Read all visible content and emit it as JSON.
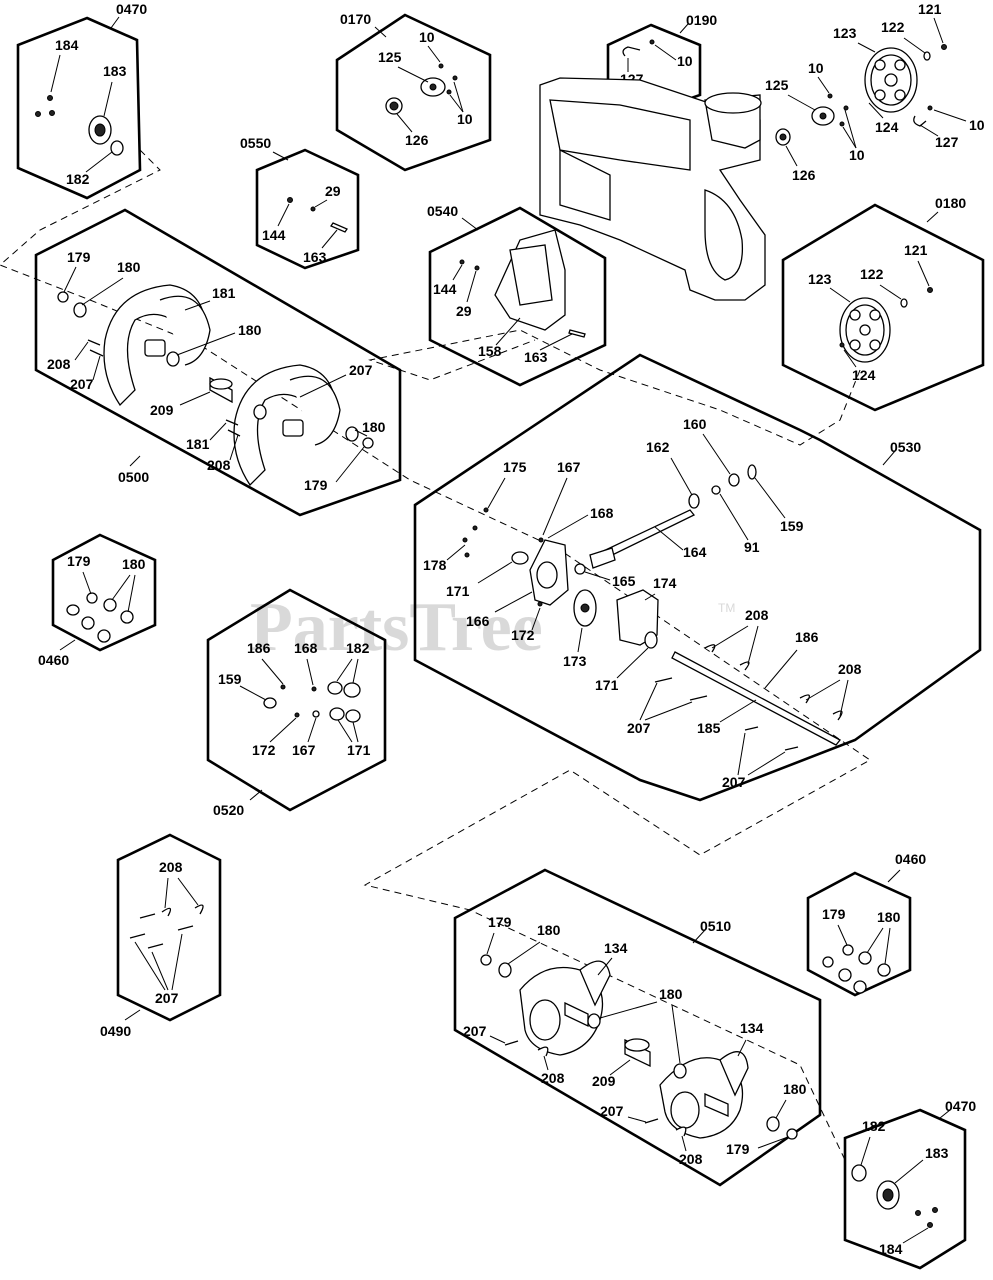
{
  "watermark": {
    "text": "PartsTree",
    "tm": "TM"
  },
  "groups": [
    {
      "code": "0470",
      "parts": [
        "184",
        "183",
        "182"
      ]
    },
    {
      "code": "0170",
      "parts": [
        "10",
        "125",
        "10",
        "126"
      ]
    },
    {
      "code": "0190",
      "parts": [
        "10",
        "127"
      ]
    },
    {
      "code": "0550",
      "parts": [
        "29",
        "144",
        "163"
      ]
    },
    {
      "code": "0540",
      "parts": [
        "144",
        "29",
        "158",
        "163"
      ]
    },
    {
      "code": "0180",
      "parts": [
        "121",
        "123",
        "122",
        "124"
      ]
    },
    {
      "code": "0500",
      "parts": [
        "179",
        "180",
        "181",
        "180",
        "208",
        "207",
        "209",
        "181",
        "208",
        "207",
        "180",
        "179"
      ]
    },
    {
      "code": "0530",
      "parts": [
        "175",
        "167",
        "168",
        "178",
        "171",
        "166",
        "172",
        "173",
        "165",
        "174",
        "162",
        "160",
        "164",
        "91",
        "159",
        "171",
        "208",
        "186",
        "208",
        "207",
        "185",
        "207"
      ]
    },
    {
      "code": "0460",
      "parts": [
        "179",
        "180"
      ]
    },
    {
      "code": "0520",
      "parts": [
        "186",
        "168",
        "182",
        "159",
        "172",
        "167",
        "171"
      ]
    },
    {
      "code": "0490",
      "parts": [
        "208",
        "207"
      ]
    },
    {
      "code": "0510",
      "parts": [
        "179",
        "180",
        "134",
        "180",
        "207",
        "208",
        "209",
        "134",
        "207",
        "180",
        "179",
        "208"
      ]
    },
    {
      "code": "0460",
      "parts": [
        "179",
        "180"
      ]
    },
    {
      "code": "0470",
      "parts": [
        "182",
        "183",
        "184"
      ]
    }
  ],
  "housing_labels": [
    "121",
    "122",
    "123",
    "125",
    "10",
    "124",
    "127",
    "10",
    "10",
    "126"
  ]
}
